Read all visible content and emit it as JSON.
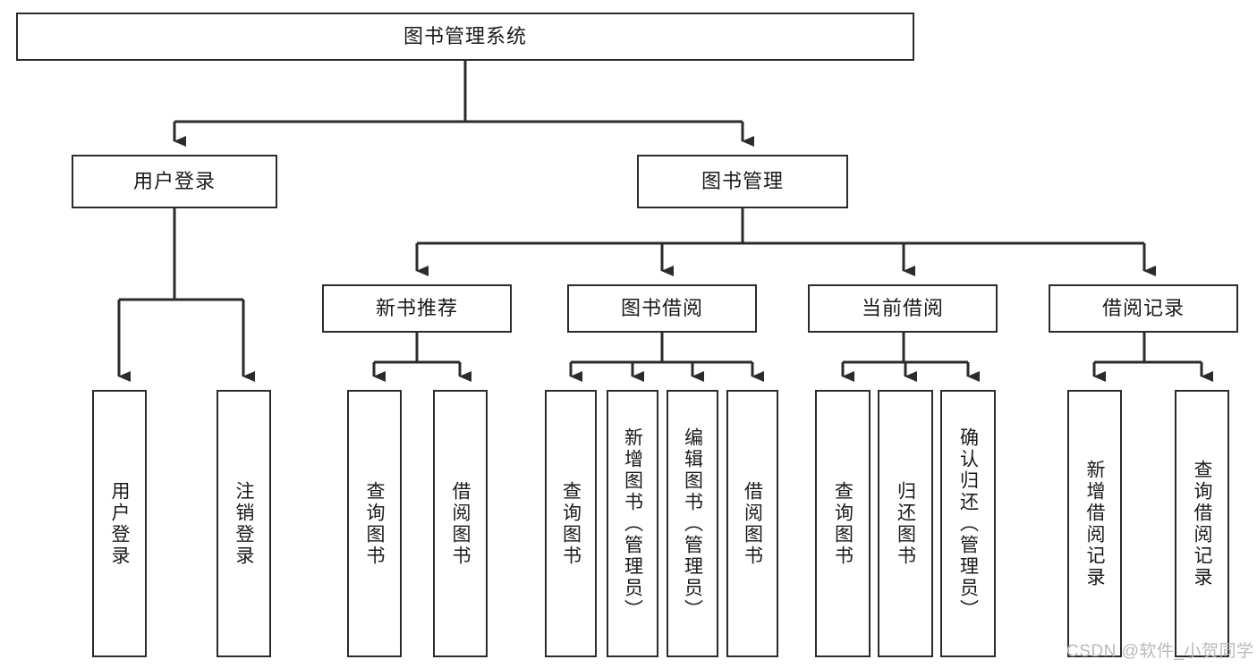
{
  "diagram": {
    "type": "tree-hierarchy",
    "title": "图书管理系统",
    "watermark": "CSDN @软件_小贺同学",
    "colors": {
      "stroke": "#2b2b2b",
      "background": "#ffffff",
      "text": "#1a1a1a",
      "watermark": "#b9b9b9"
    },
    "nodes": {
      "root": {
        "label": "图书管理系统"
      },
      "level2": [
        {
          "label": "用户登录"
        },
        {
          "label": "图书管理"
        }
      ],
      "level3": [
        {
          "label": "新书推荐"
        },
        {
          "label": "图书借阅"
        },
        {
          "label": "当前借阅"
        },
        {
          "label": "借阅记录"
        }
      ],
      "leaves_user_login": [
        {
          "label": "用户登录"
        },
        {
          "label": "注销登录"
        }
      ],
      "leaves_new_book": [
        {
          "label": "查询图书"
        },
        {
          "label": "借阅图书"
        }
      ],
      "leaves_borrow": [
        {
          "label": "查询图书"
        },
        {
          "label": "新增图书（管理员）"
        },
        {
          "label": "编辑图书（管理员）"
        },
        {
          "label": "借阅图书"
        }
      ],
      "leaves_current": [
        {
          "label": "查询图书"
        },
        {
          "label": "归还图书"
        },
        {
          "label": "确认归还（管理员）"
        }
      ],
      "leaves_records": [
        {
          "label": "新增借阅记录"
        },
        {
          "label": "查询借阅记录"
        }
      ]
    }
  }
}
